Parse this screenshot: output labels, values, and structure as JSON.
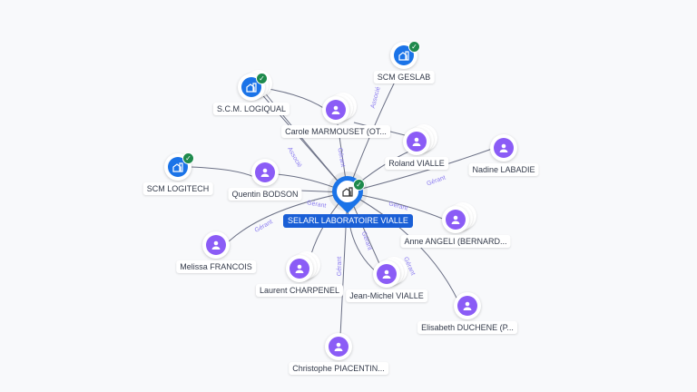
{
  "center": {
    "name": "SELARL LABORATOIRE VIALLE",
    "type": "company",
    "verified": true
  },
  "nodes": [
    {
      "name": "SCM GESLAB",
      "type": "company",
      "verified": true
    },
    {
      "name": "S.C.M. LOGIQUAL",
      "type": "company",
      "verified": true
    },
    {
      "name": "Carole MARMOUSET (OT...",
      "type": "person"
    },
    {
      "name": "Roland VIALLE",
      "type": "person"
    },
    {
      "name": "Nadine LABADIE",
      "type": "person"
    },
    {
      "name": "SCM LOGITECH",
      "type": "company",
      "verified": true
    },
    {
      "name": "Quentin BODSON",
      "type": "person"
    },
    {
      "name": "Anne ANGELI (BERNARD...",
      "type": "person"
    },
    {
      "name": "Melissa FRANCOIS",
      "type": "person"
    },
    {
      "name": "Laurent CHARPENEL",
      "type": "person"
    },
    {
      "name": "Jean-Michel VIALLE",
      "type": "person"
    },
    {
      "name": "Elisabeth DUCHENE (P...",
      "type": "person"
    },
    {
      "name": "Christophe PIACENTIN...",
      "type": "person"
    }
  ],
  "edge_labels": {
    "gerant": "Gérant",
    "associe": "Associé"
  },
  "colors": {
    "company": "#1a73e8",
    "person": "#8b5cf6",
    "verified": "#1e8a4c",
    "edge": "#6b7085"
  }
}
